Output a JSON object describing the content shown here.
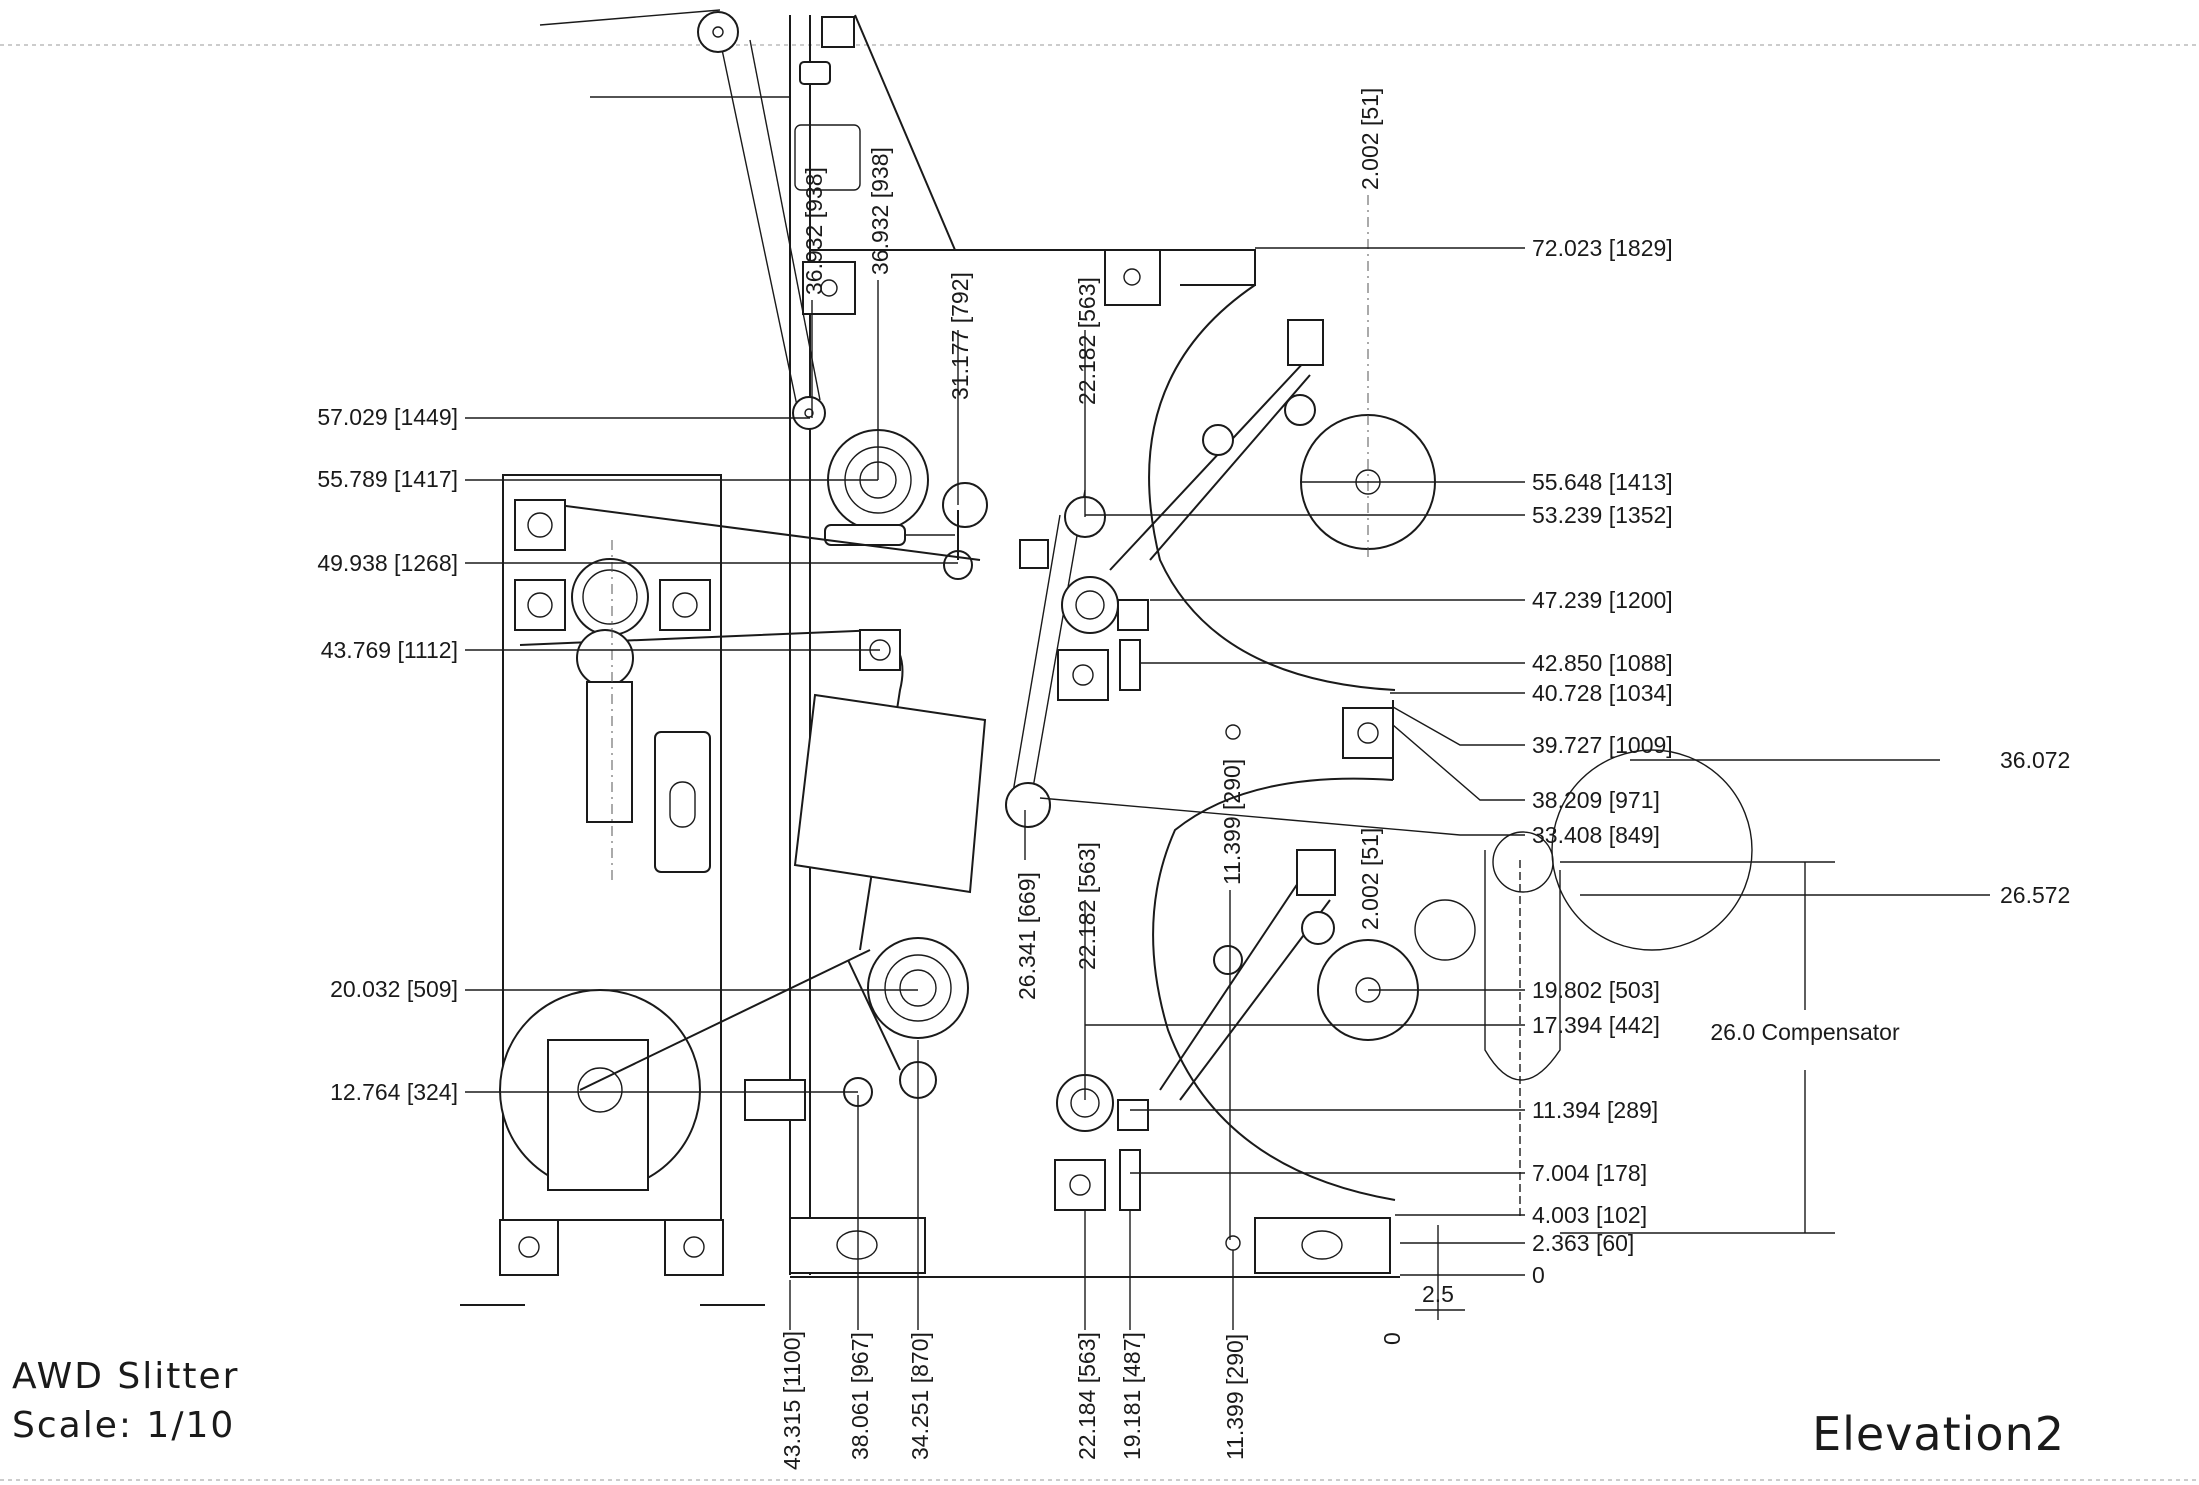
{
  "title_block": {
    "name": "AWD  Slitter",
    "scale": "Scale:  1/10",
    "view": "Elevation2"
  },
  "left_dims": [
    "57.029 [1449]",
    "55.789 [1417]",
    "49.938 [1268]",
    "43.769 [1112]",
    "20.032 [509]",
    "12.764 [324]"
  ],
  "right_dims": [
    "72.023 [1829]",
    "55.648 [1413]",
    "53.239 [1352]",
    "47.239 [1200]",
    "42.850 [1088]",
    "40.728 [1034]",
    "39.727 [1009]",
    "38.209 [971]",
    "33.408 [849]",
    "19.802 [503]",
    "17.394 [442]",
    "11.394 [289]",
    "7.004 [178]",
    "4.003 [102]",
    "2.363 [60]",
    "0"
  ],
  "far_right_dims": [
    "36.072",
    "26.572"
  ],
  "compensator": "26.0 Compensator",
  "vertical_dims": [
    "36.932 [938]",
    "36.932 [938]",
    "31.177 [792]",
    "22.182 [563]",
    "2.002 [51]",
    "11.399 [290]",
    "26.341 [669]",
    "22.182 [563]",
    "2.002 [51]"
  ],
  "bottom_dims": [
    "43.315 [1100]",
    "38.061 [967]",
    "34.251 [870]",
    "22.184 [563]",
    "19.181 [487]",
    "11.399 [290]"
  ],
  "small_dims": [
    "2.5",
    "0"
  ]
}
